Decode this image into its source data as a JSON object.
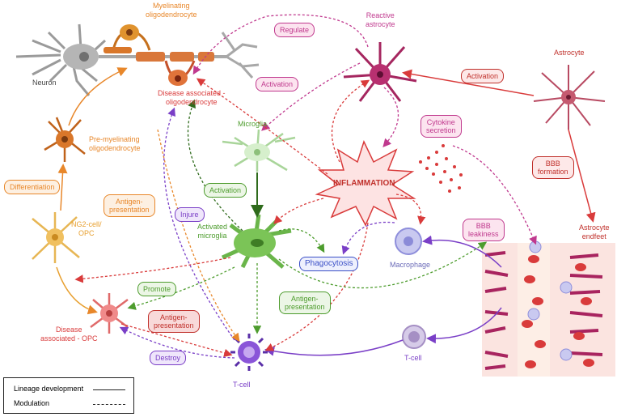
{
  "cells": {
    "neuron": "Neuron",
    "myelinating": "Myelinating\noligodendrocyte",
    "disease_oligo": "Disease associated -\noligodendrocyte",
    "premyelinating": "Pre-myelinating\noligodendrocyte",
    "opc": "NG2-cell/\nOPC",
    "disease_opc": "Disease\nassociated - OPC",
    "microglia": "Microglia",
    "activated_microglia": "Activated\nmicroglia",
    "reactive_astrocyte": "Reactive\nastrocyte",
    "astrocyte": "Astrocyte",
    "astrocyte_endfeet": "Astrocyte\nendfeet",
    "macrophage": "Macrophage",
    "tcell_main": "T-cell",
    "tcell_vessel": "T-cell",
    "inflammation": "INFLAMMATION"
  },
  "labels": {
    "regulate": "Regulate",
    "activation_pink": "Activation",
    "activation_red": "Activation",
    "cytokine": "Cytokine\nsecretion",
    "bbb_formation": "BBB\nformation",
    "bbb_leakiness": "BBB\nleakiness",
    "differentiation": "Differentiation",
    "antigen_orange": "Antigen-\npresentation",
    "injure": "Injure",
    "activation_green": "Activation",
    "phagocytosis": "Phagocytosis",
    "promote": "Promote",
    "antigen_green": "Antigen-\npresentation",
    "antigen_red": "Antigen-\npresentation",
    "destroy": "Destroy"
  },
  "legend": {
    "lineage": "Lineage development",
    "modulation": "Modulation"
  },
  "colors": {
    "orange": "#e8872a",
    "red": "#d93b3b",
    "pink": "#c0398e",
    "green": "#4d9c2d",
    "purple": "#7a3fc7",
    "blue": "#3a4fc7",
    "darkred": "#c0302b"
  }
}
